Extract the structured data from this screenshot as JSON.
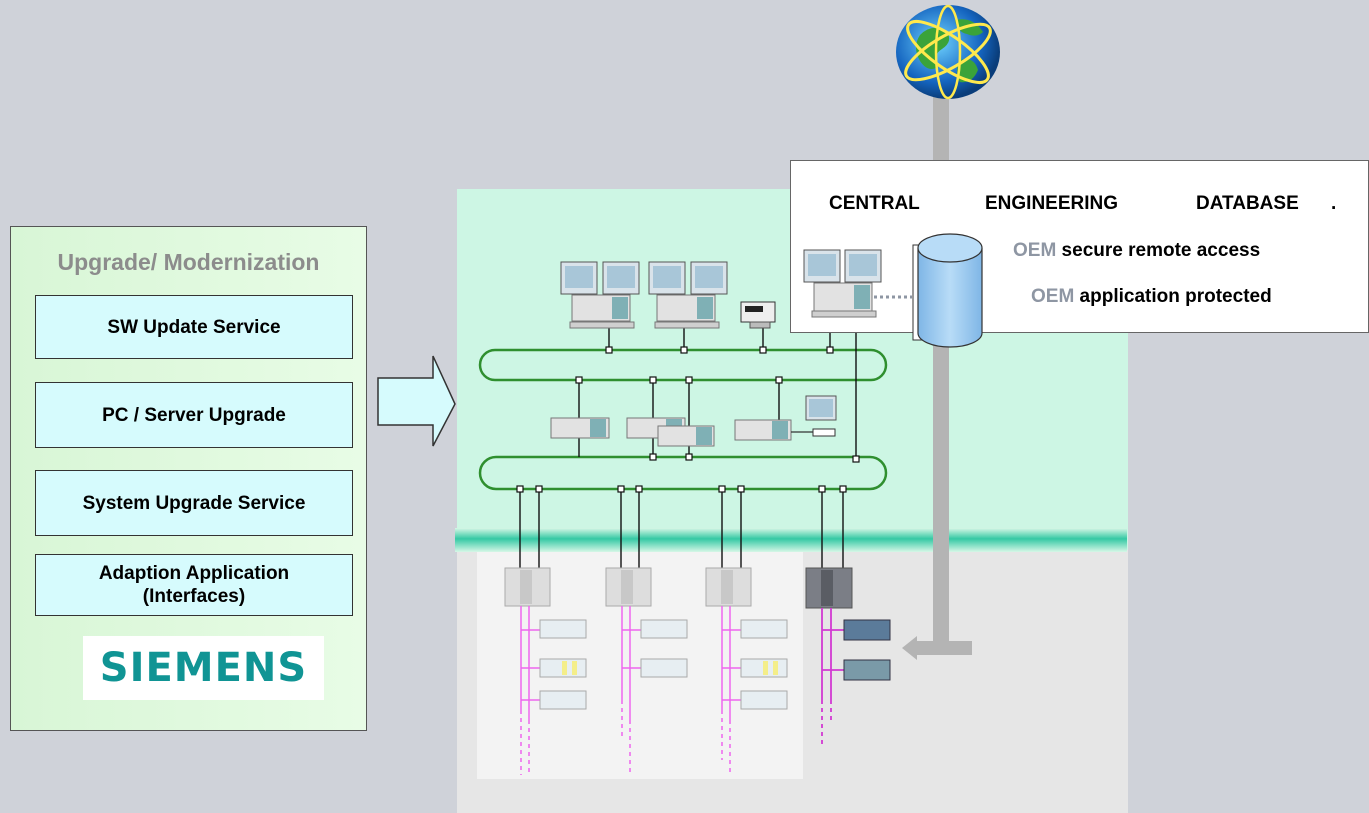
{
  "left_panel": {
    "title": "Upgrade/ Modernization",
    "services": [
      {
        "label": "SW Update Service"
      },
      {
        "label": "PC / Server Upgrade"
      },
      {
        "label": "System Upgrade Service"
      },
      {
        "label_line1": "Adaption Application",
        "label_line2": "(Interfaces)"
      }
    ],
    "logo_text": "SIEMENS"
  },
  "database_box": {
    "heading_words": [
      "CENTRAL",
      "ENGINEERING",
      "DATABASE",
      "."
    ],
    "lines": [
      {
        "prefix": "OEM",
        "text": " secure remote access"
      },
      {
        "prefix": "OEM",
        "text": " application protected"
      }
    ]
  },
  "colors": {
    "background": "#cfd2d9",
    "plant_zone": "#cdf6e4",
    "network_ring": "#2f8f2f",
    "fieldbus": "#ee66ee",
    "service_box": "#d6fbfd",
    "logo": "#109494"
  },
  "icons": [
    "arrow-right-icon",
    "globe-icon",
    "database-cylinder-icon",
    "workstation-icon",
    "printer-icon",
    "server-icon",
    "controller-icon",
    "io-module-icon"
  ]
}
